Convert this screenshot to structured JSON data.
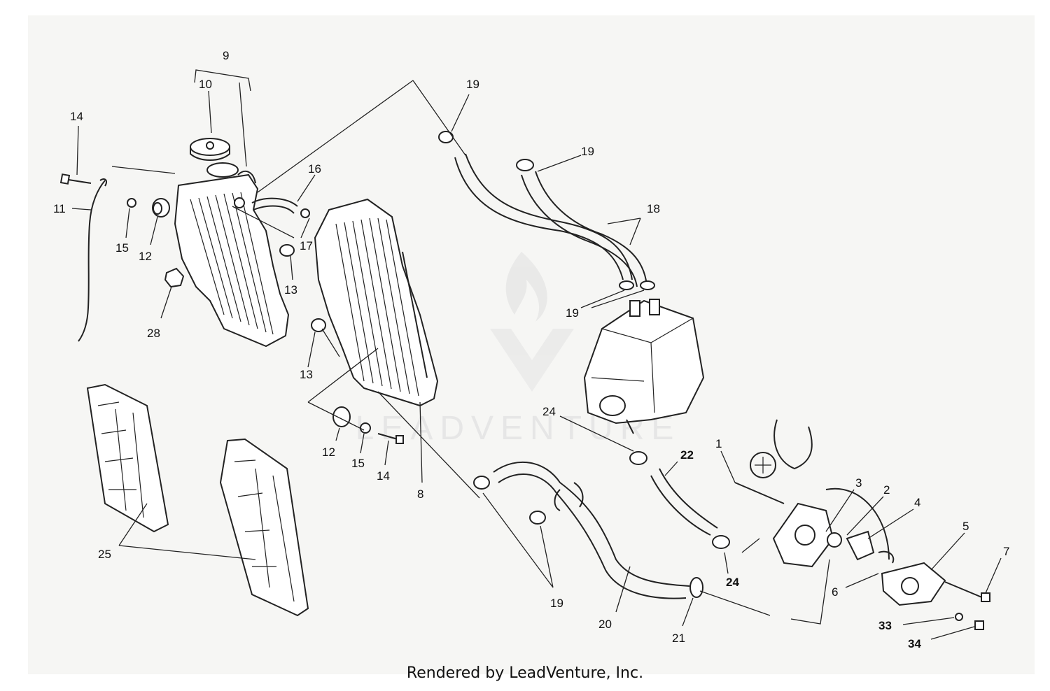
{
  "diagram": {
    "callouts": [
      {
        "id": "9",
        "text": "9"
      },
      {
        "id": "10",
        "text": "10"
      },
      {
        "id": "14a",
        "text": "14"
      },
      {
        "id": "11",
        "text": "11"
      },
      {
        "id": "15a",
        "text": "15"
      },
      {
        "id": "12a",
        "text": "12"
      },
      {
        "id": "16",
        "text": "16"
      },
      {
        "id": "17",
        "text": "17"
      },
      {
        "id": "13a",
        "text": "13"
      },
      {
        "id": "28",
        "text": "28"
      },
      {
        "id": "13b",
        "text": "13"
      },
      {
        "id": "19a",
        "text": "19"
      },
      {
        "id": "19b",
        "text": "19"
      },
      {
        "id": "18",
        "text": "18"
      },
      {
        "id": "19c",
        "text": "19"
      },
      {
        "id": "24a",
        "text": "24"
      },
      {
        "id": "22",
        "text": "22"
      },
      {
        "id": "1",
        "text": "1"
      },
      {
        "id": "3",
        "text": "3"
      },
      {
        "id": "2",
        "text": "2"
      },
      {
        "id": "4",
        "text": "4"
      },
      {
        "id": "5",
        "text": "5"
      },
      {
        "id": "7",
        "text": "7"
      },
      {
        "id": "6",
        "text": "6"
      },
      {
        "id": "24b",
        "text": "24"
      },
      {
        "id": "33",
        "text": "33"
      },
      {
        "id": "34",
        "text": "34"
      },
      {
        "id": "12b",
        "text": "12"
      },
      {
        "id": "15b",
        "text": "15"
      },
      {
        "id": "14b",
        "text": "14"
      },
      {
        "id": "8",
        "text": "8"
      },
      {
        "id": "19d",
        "text": "19"
      },
      {
        "id": "20",
        "text": "20"
      },
      {
        "id": "21",
        "text": "21"
      },
      {
        "id": "25",
        "text": "25"
      }
    ],
    "watermark": "LEADVENTURE",
    "footer": "Rendered by LeadVenture, Inc."
  }
}
